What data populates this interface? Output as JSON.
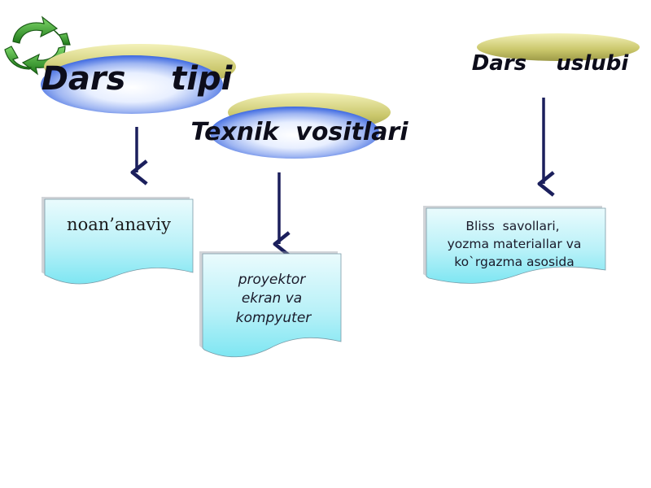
{
  "headers": {
    "dars_tipi": "Dars    tipi",
    "texnik_vositlari": "Texnik  vositlari",
    "dars_uslubi": "Dars    uslubi"
  },
  "boxes": {
    "tipi": {
      "line1": "noan’anaviy"
    },
    "texnik": {
      "line1": "proyektor",
      "line2": "ekran va",
      "line3": "kompyuter"
    },
    "uslubi": {
      "line1": "Bliss  savollari,",
      "line2": "yozma materiallar va",
      "line3": "ko`rgazma asosida"
    }
  },
  "icons": {
    "logo": "recycle-icon",
    "arrow": "arrow-down-icon"
  },
  "colors": {
    "header_gold": "#c9c66a",
    "header_blue": "#3a66e0",
    "box_top": "#d8f6fb",
    "box_bottom": "#7ee6f2",
    "arrow": "#1b1f5c",
    "logo_green": "#2f9a2a"
  }
}
